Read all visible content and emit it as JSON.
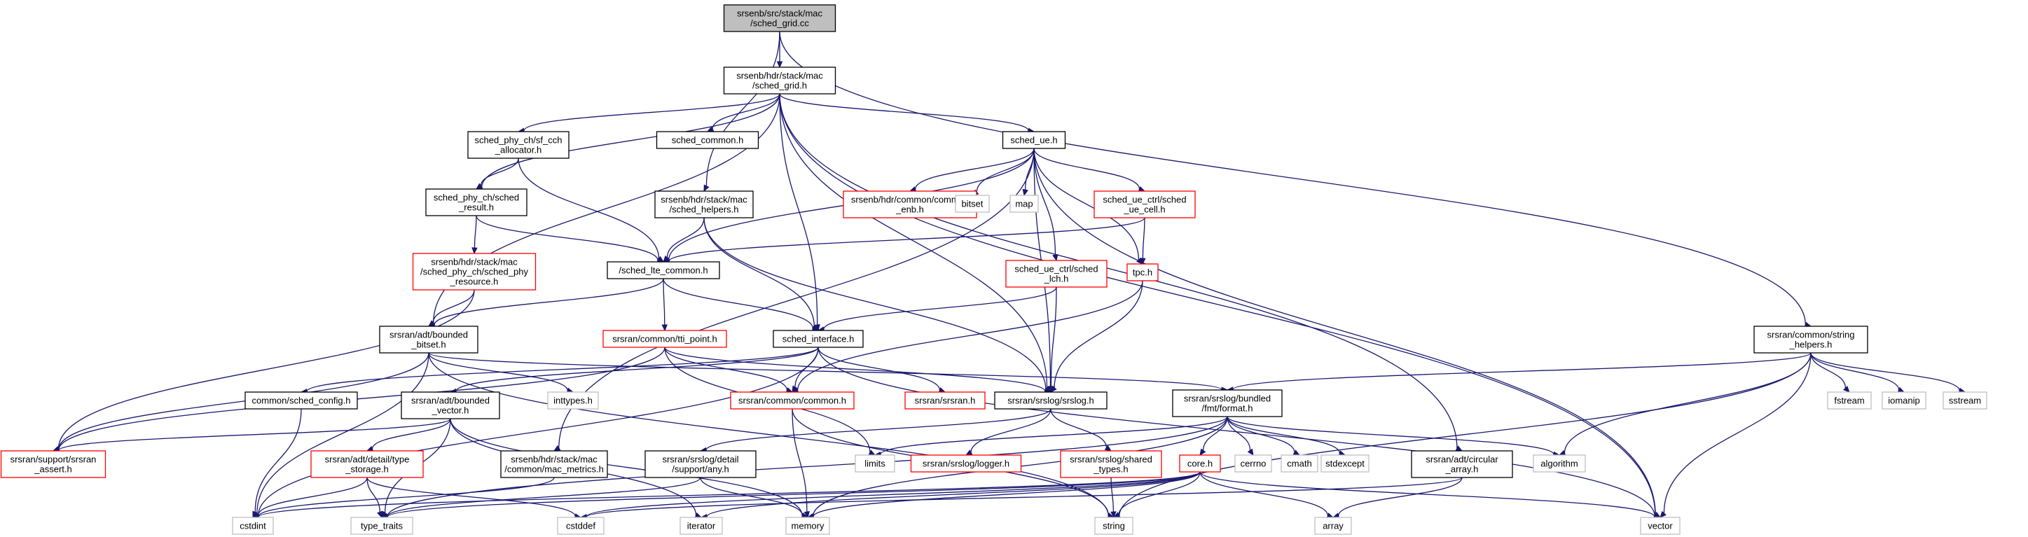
{
  "graph": {
    "nodes": [
      {
        "id": "root",
        "lines": [
          "srsenb/src/stack/mac",
          "/sched_grid.cc"
        ],
        "kind": "root"
      },
      {
        "id": "sched_grid_h",
        "lines": [
          "srsenb/hdr/stack/mac",
          "/sched_grid.h"
        ],
        "kind": "normal"
      },
      {
        "id": "sf_cch",
        "lines": [
          "sched_phy_ch/sf_cch",
          "_allocator.h"
        ],
        "kind": "normal"
      },
      {
        "id": "sched_common",
        "lines": [
          "sched_common.h"
        ],
        "kind": "normal"
      },
      {
        "id": "sched_ue",
        "lines": [
          "sched_ue.h"
        ],
        "kind": "normal"
      },
      {
        "id": "sched_result",
        "lines": [
          "sched_phy_ch/sched",
          "_result.h"
        ],
        "kind": "normal"
      },
      {
        "id": "sched_helpers",
        "lines": [
          "srsenb/hdr/stack/mac",
          "/sched_helpers.h"
        ],
        "kind": "normal"
      },
      {
        "id": "common_enb",
        "lines": [
          "srsenb/hdr/common/common",
          "_enb.h"
        ],
        "kind": "red"
      },
      {
        "id": "bitset",
        "lines": [
          "bitset"
        ],
        "kind": "gray"
      },
      {
        "id": "map",
        "lines": [
          "map"
        ],
        "kind": "gray"
      },
      {
        "id": "ue_cell",
        "lines": [
          "sched_ue_ctrl/sched",
          "_ue_cell.h"
        ],
        "kind": "red"
      },
      {
        "id": "phy_resource",
        "lines": [
          "srsenb/hdr/stack/mac",
          "/sched_phy_ch/sched_phy",
          "_resource.h"
        ],
        "kind": "red"
      },
      {
        "id": "lte_common",
        "lines": [
          "/sched_lte_common.h"
        ],
        "kind": "normal"
      },
      {
        "id": "ue_lch",
        "lines": [
          "sched_ue_ctrl/sched",
          "_lch.h"
        ],
        "kind": "red"
      },
      {
        "id": "tpc",
        "lines": [
          "tpc.h"
        ],
        "kind": "red"
      },
      {
        "id": "bounded_bitset",
        "lines": [
          "srsran/adt/bounded",
          "_bitset.h"
        ],
        "kind": "normal"
      },
      {
        "id": "tti_point",
        "lines": [
          "srsran/common/tti_point.h"
        ],
        "kind": "red"
      },
      {
        "id": "sched_interface",
        "lines": [
          "sched_interface.h"
        ],
        "kind": "normal"
      },
      {
        "id": "string_helpers",
        "lines": [
          "srsran/common/string",
          "_helpers.h"
        ],
        "kind": "normal"
      },
      {
        "id": "inttypes",
        "lines": [
          "inttypes.h"
        ],
        "kind": "gray"
      },
      {
        "id": "sched_config",
        "lines": [
          "common/sched_config.h"
        ],
        "kind": "normal"
      },
      {
        "id": "bounded_vector",
        "lines": [
          "srsran/adt/bounded",
          "_vector.h"
        ],
        "kind": "normal"
      },
      {
        "id": "common_h",
        "lines": [
          "srsran/common/common.h"
        ],
        "kind": "red"
      },
      {
        "id": "srsran_h",
        "lines": [
          "srsran/srsran.h"
        ],
        "kind": "red"
      },
      {
        "id": "srslog",
        "lines": [
          "srsran/srslog/srslog.h"
        ],
        "kind": "normal"
      },
      {
        "id": "format",
        "lines": [
          "srsran/srslog/bundled",
          "/fmt/format.h"
        ],
        "kind": "normal"
      },
      {
        "id": "fstream",
        "lines": [
          "fstream"
        ],
        "kind": "gray"
      },
      {
        "id": "iomanip",
        "lines": [
          "iomanip"
        ],
        "kind": "gray"
      },
      {
        "id": "sstream",
        "lines": [
          "sstream"
        ],
        "kind": "gray"
      },
      {
        "id": "srsran_assert",
        "lines": [
          "srsran/support/srsran",
          "_assert.h"
        ],
        "kind": "red"
      },
      {
        "id": "type_storage",
        "lines": [
          "srsran/adt/detail/type",
          "_storage.h"
        ],
        "kind": "red"
      },
      {
        "id": "mac_metrics",
        "lines": [
          "srsenb/hdr/stack/mac",
          "/common/mac_metrics.h"
        ],
        "kind": "normal"
      },
      {
        "id": "detail_any",
        "lines": [
          "srsran/srslog/detail",
          "/support/any.h"
        ],
        "kind": "normal"
      },
      {
        "id": "limits",
        "lines": [
          "limits"
        ],
        "kind": "gray"
      },
      {
        "id": "logger",
        "lines": [
          "srsran/srslog/logger.h"
        ],
        "kind": "red"
      },
      {
        "id": "shared_types",
        "lines": [
          "srsran/srslog/shared",
          "_types.h"
        ],
        "kind": "red"
      },
      {
        "id": "core",
        "lines": [
          "core.h"
        ],
        "kind": "red"
      },
      {
        "id": "cerrno",
        "lines": [
          "cerrno"
        ],
        "kind": "gray"
      },
      {
        "id": "cmath",
        "lines": [
          "cmath"
        ],
        "kind": "gray"
      },
      {
        "id": "stdexcept",
        "lines": [
          "stdexcept"
        ],
        "kind": "gray"
      },
      {
        "id": "circular_array",
        "lines": [
          "srsran/adt/circular",
          "_array.h"
        ],
        "kind": "normal"
      },
      {
        "id": "algorithm",
        "lines": [
          "algorithm"
        ],
        "kind": "gray"
      },
      {
        "id": "cstdint",
        "lines": [
          "cstdint"
        ],
        "kind": "gray"
      },
      {
        "id": "type_traits",
        "lines": [
          "type_traits"
        ],
        "kind": "gray"
      },
      {
        "id": "cstddef",
        "lines": [
          "cstddef"
        ],
        "kind": "gray"
      },
      {
        "id": "iterator",
        "lines": [
          "iterator"
        ],
        "kind": "gray"
      },
      {
        "id": "memory",
        "lines": [
          "memory"
        ],
        "kind": "gray"
      },
      {
        "id": "string",
        "lines": [
          "string"
        ],
        "kind": "gray"
      },
      {
        "id": "array",
        "lines": [
          "array"
        ],
        "kind": "gray"
      },
      {
        "id": "vector",
        "lines": [
          "vector"
        ],
        "kind": "gray"
      }
    ],
    "edges": [
      [
        "root",
        "sched_grid_h"
      ],
      [
        "root",
        "sched_helpers"
      ],
      [
        "root",
        "string_helpers"
      ],
      [
        "sched_grid_h",
        "sf_cch"
      ],
      [
        "sched_grid_h",
        "sched_common"
      ],
      [
        "sched_grid_h",
        "sched_ue"
      ],
      [
        "sched_grid_h",
        "sched_result"
      ],
      [
        "sched_grid_h",
        "bounded_bitset"
      ],
      [
        "sched_grid_h",
        "sched_interface"
      ],
      [
        "sched_grid_h",
        "srslog"
      ],
      [
        "sched_grid_h",
        "circular_array"
      ],
      [
        "sched_grid_h",
        "vector"
      ],
      [
        "sf_cch",
        "sched_result"
      ],
      [
        "sf_cch",
        "lte_common"
      ],
      [
        "sched_result",
        "lte_common"
      ],
      [
        "sched_result",
        "phy_resource"
      ],
      [
        "phy_resource",
        "bounded_bitset"
      ],
      [
        "phy_resource",
        "srsran_assert"
      ],
      [
        "sched_ue",
        "common_enb"
      ],
      [
        "sched_ue",
        "bitset"
      ],
      [
        "sched_ue",
        "map"
      ],
      [
        "sched_ue",
        "ue_cell"
      ],
      [
        "sched_ue",
        "tpc"
      ],
      [
        "sched_ue",
        "ue_lch"
      ],
      [
        "sched_ue",
        "lte_common"
      ],
      [
        "sched_ue",
        "mac_metrics"
      ],
      [
        "sched_ue",
        "srslog"
      ],
      [
        "sched_ue",
        "vector"
      ],
      [
        "sched_helpers",
        "lte_common"
      ],
      [
        "sched_helpers",
        "sched_interface"
      ],
      [
        "sched_helpers",
        "srslog"
      ],
      [
        "ue_cell",
        "lte_common"
      ],
      [
        "ue_cell",
        "tpc"
      ],
      [
        "ue_lch",
        "sched_interface"
      ],
      [
        "ue_lch",
        "srslog"
      ],
      [
        "tpc",
        "srslog"
      ],
      [
        "tpc",
        "common_h"
      ],
      [
        "lte_common",
        "bounded_bitset"
      ],
      [
        "lte_common",
        "tti_point"
      ],
      [
        "lte_common",
        "sched_interface"
      ],
      [
        "bounded_bitset",
        "inttypes"
      ],
      [
        "bounded_bitset",
        "srsran_assert"
      ],
      [
        "bounded_bitset",
        "cstdint"
      ],
      [
        "bounded_bitset",
        "string"
      ],
      [
        "bounded_bitset",
        "format"
      ],
      [
        "tti_point",
        "common_h"
      ],
      [
        "tti_point",
        "srslog"
      ],
      [
        "tti_point",
        "srsran_assert"
      ],
      [
        "tti_point",
        "limits"
      ],
      [
        "sched_interface",
        "sched_config"
      ],
      [
        "sched_interface",
        "bounded_vector"
      ],
      [
        "sched_interface",
        "common_h"
      ],
      [
        "sched_interface",
        "srsran_h"
      ],
      [
        "sched_interface",
        "cstdint"
      ],
      [
        "sched_interface",
        "vector"
      ],
      [
        "string_helpers",
        "format"
      ],
      [
        "string_helpers",
        "fstream"
      ],
      [
        "string_helpers",
        "iomanip"
      ],
      [
        "string_helpers",
        "sstream"
      ],
      [
        "string_helpers",
        "algorithm"
      ],
      [
        "string_helpers",
        "string"
      ],
      [
        "string_helpers",
        "vector"
      ],
      [
        "sched_config",
        "cstdint"
      ],
      [
        "bounded_vector",
        "srsran_assert"
      ],
      [
        "bounded_vector",
        "type_storage"
      ],
      [
        "bounded_vector",
        "iterator"
      ],
      [
        "bounded_vector",
        "memory"
      ],
      [
        "bounded_vector",
        "type_traits"
      ],
      [
        "common_h",
        "memory"
      ],
      [
        "common_h",
        "string"
      ],
      [
        "srslog",
        "logger"
      ],
      [
        "srslog",
        "shared_types"
      ],
      [
        "srslog",
        "detail_any"
      ],
      [
        "format",
        "core"
      ],
      [
        "format",
        "cerrno"
      ],
      [
        "format",
        "cmath"
      ],
      [
        "format",
        "stdexcept"
      ],
      [
        "format",
        "algorithm"
      ],
      [
        "format",
        "limits"
      ],
      [
        "format",
        "memory"
      ],
      [
        "format",
        "type_traits"
      ],
      [
        "type_storage",
        "cstddef"
      ],
      [
        "type_storage",
        "cstdint"
      ],
      [
        "type_storage",
        "type_traits"
      ],
      [
        "mac_metrics",
        "cstdint"
      ],
      [
        "detail_any",
        "memory"
      ],
      [
        "detail_any",
        "type_traits"
      ],
      [
        "shared_types",
        "string"
      ],
      [
        "core",
        "cstddef"
      ],
      [
        "core",
        "cstdint"
      ],
      [
        "core",
        "iterator"
      ],
      [
        "core",
        "memory"
      ],
      [
        "core",
        "string"
      ],
      [
        "core",
        "type_traits"
      ],
      [
        "core",
        "array"
      ],
      [
        "core",
        "vector"
      ],
      [
        "circular_array",
        "array"
      ],
      [
        "circular_array",
        "cstddef"
      ]
    ]
  },
  "colors": {
    "edge": "#191970",
    "red_border": "#ff0000",
    "gray_border": "#bfbfbf",
    "normal_border": "#000000",
    "root_fill": "#bfbfbf"
  }
}
